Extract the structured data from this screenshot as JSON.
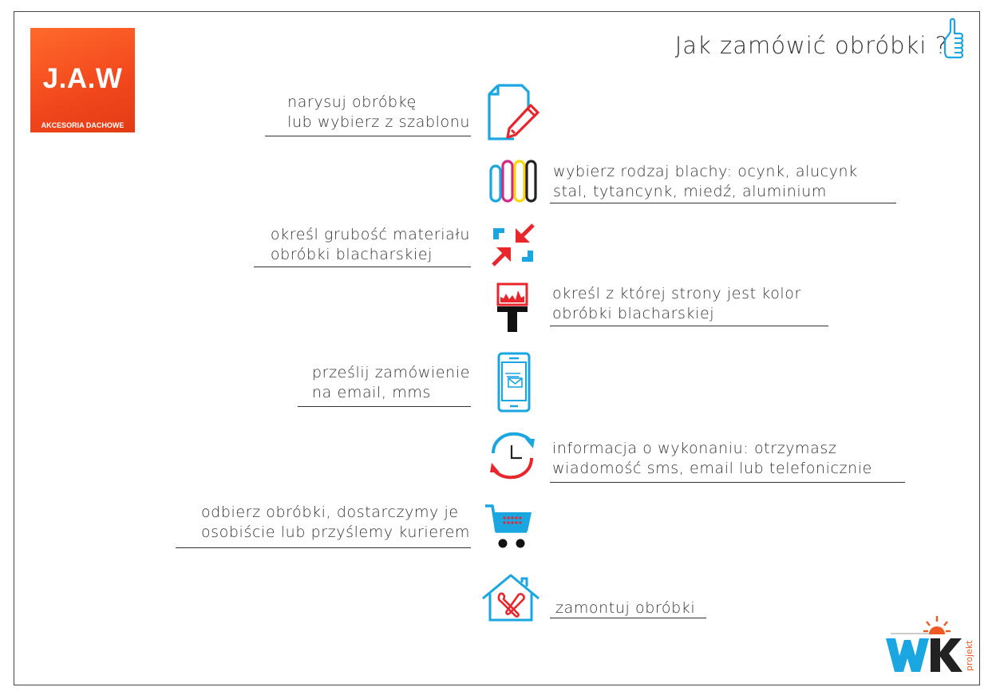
{
  "logo": {
    "brand": "J.A.W",
    "tagline": "AKCESORIA DACHOWE"
  },
  "heading": "Jak zamówić obróbki ?",
  "steps": [
    {
      "line1": "narysuj obróbkę",
      "line2": "lub wybierz z szablonu",
      "icon": "document-pencil-icon"
    },
    {
      "line1": "wybierz rodzaj blachy: ocynk, alucynk",
      "line2": "stal, tytancynk, miedź, aluminium",
      "icon": "color-swatches-icon"
    },
    {
      "line1": "określ grubość materiału",
      "line2": "obróbki blacharskiej",
      "icon": "compress-arrows-icon"
    },
    {
      "line1": "określ z której strony jest kolor",
      "line2": "obróbki blacharskiej",
      "icon": "paint-roller-icon"
    },
    {
      "line1": "prześlij zamówienie",
      "line2": "na email, mms",
      "icon": "phone-email-icon"
    },
    {
      "line1": "informacja o wykonaniu: otrzymasz",
      "line2": "wiadomość sms, email lub telefonicznie",
      "icon": "clock-refresh-icon"
    },
    {
      "line1": "odbierz obróbki, dostarczymy je",
      "line2": "osobiście lub przyślemy kurierem",
      "icon": "shopping-cart-icon"
    },
    {
      "line1": "zamontuj obróbki",
      "icon": "house-wrench-icon"
    }
  ],
  "footer_logo": {
    "letters": "WK",
    "side": "projekt"
  },
  "colors": {
    "red": "#e8262c",
    "blue": "#1aa6e0",
    "orange": "#f05a22",
    "yellow": "#f5d80f",
    "magenta": "#d6268a"
  }
}
